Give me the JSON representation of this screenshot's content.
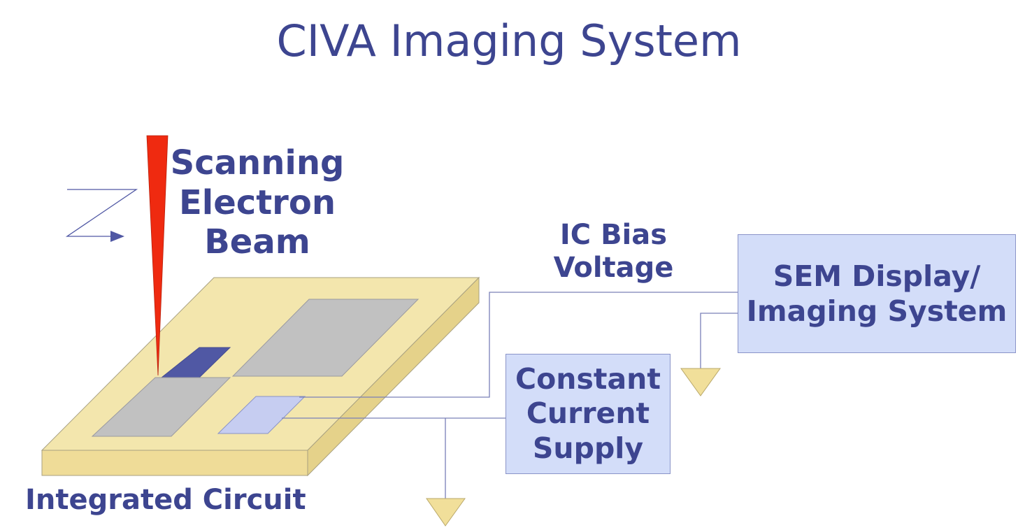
{
  "title": "CIVA Imaging System",
  "labels": {
    "beam": "Scanning\nElectron\nBeam",
    "bias": "IC Bias\nVoltage",
    "ic": "Integrated Circuit"
  },
  "boxes": {
    "sem": "SEM Display/\nImaging System",
    "ccs": "Constant\nCurrent\nSupply"
  },
  "colors": {
    "text": "#3d4590",
    "chip_top": "#f3e6ad",
    "chip_side": "#e9d894",
    "pad_gray": "#c1c1c1",
    "pad_blue": "#5058a4",
    "pad_light": "#c6cdf1",
    "beam": "#ef2a10",
    "box_fill": "#d3ddf9",
    "ground": "#f1df9a"
  }
}
